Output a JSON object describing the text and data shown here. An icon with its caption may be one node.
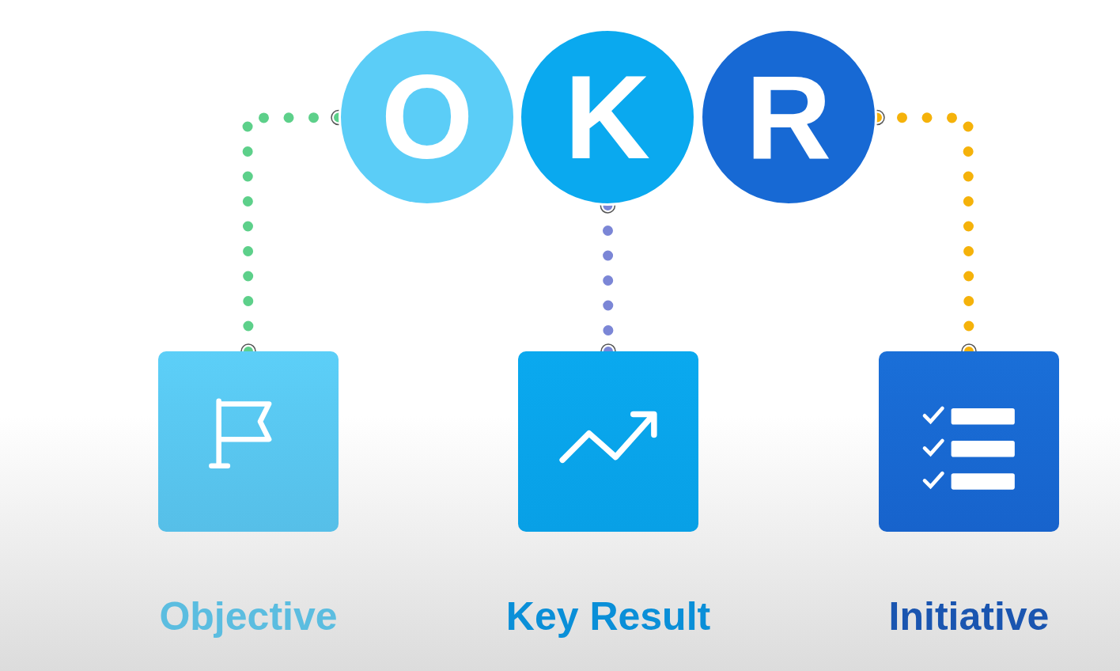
{
  "diagram": {
    "nodes": [
      {
        "text": [
          "O"
        ]
      },
      {
        "text": [
          "K"
        ]
      },
      {
        "text": [
          "R"
        ]
      },
      {
        "text": [
          "Objective"
        ]
      },
      {
        "text": [
          "Key Result"
        ]
      },
      {
        "text": [
          "Initiative"
        ]
      }
    ],
    "edges": [
      {
        "from": 0,
        "to": 3,
        "arrow": "other",
        "style": "dashed",
        "color": "#5dd08a"
      },
      {
        "from": 1,
        "to": 4,
        "arrow": "other",
        "style": "dashed",
        "color": "#7b86d6"
      },
      {
        "from": 2,
        "to": 5,
        "arrow": "other",
        "style": "dashed",
        "color": "#f5b20a"
      }
    ]
  }
}
